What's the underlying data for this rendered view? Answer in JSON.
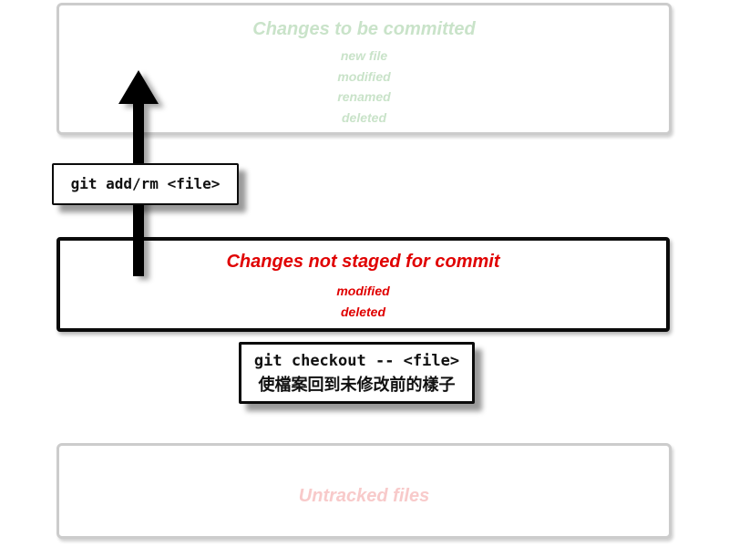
{
  "diagram": {
    "description": "git file state diagram",
    "background": "#ffffff"
  },
  "colors": {
    "staged_text": "#c9e3c9",
    "unstaged_text": "#e00000",
    "untracked_text": "#f8caca",
    "light_border": "#cccccc",
    "dark_border": "#0b0b0b",
    "arrow_fill": "#000000"
  },
  "staged_box": {
    "title": "Changes to be committed",
    "items": [
      "new file",
      "modified",
      "renamed",
      "deleted"
    ]
  },
  "unstaged_box": {
    "title": "Changes not staged for commit",
    "items": [
      "modified",
      "deleted"
    ]
  },
  "untracked_box": {
    "title": "Untracked files"
  },
  "labels": {
    "add_command": "git add/rm <file>",
    "checkout_command": "git checkout -- <file>",
    "checkout_note": "使檔案回到未修改前的樣子"
  },
  "arrow": {
    "meaning": "stage changes (unstaged to staged)",
    "direction": "up"
  }
}
